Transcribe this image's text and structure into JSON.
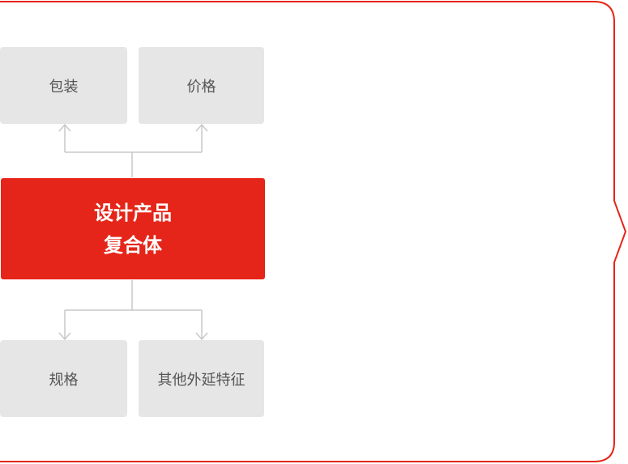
{
  "diagram": {
    "top_nodes": [
      {
        "label": "包装"
      },
      {
        "label": "价格"
      }
    ],
    "center_node": {
      "line1": "设计产品",
      "line2": "复合体"
    },
    "bottom_nodes": [
      {
        "label": "规格"
      },
      {
        "label": "其他外延特征"
      }
    ]
  },
  "colors": {
    "frame": "#e52519",
    "center": "#e52519",
    "node": "#e6e6e6",
    "connector": "#c8c8c8"
  }
}
